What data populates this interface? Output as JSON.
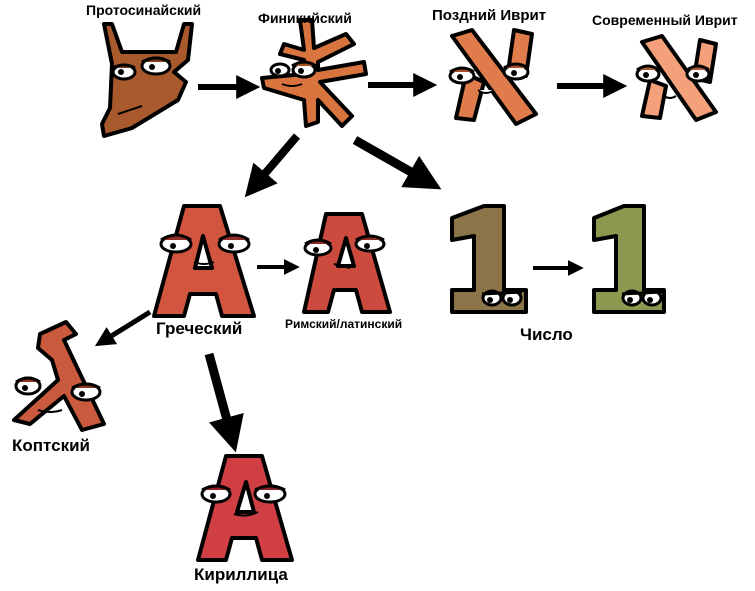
{
  "diagram": {
    "nodes": [
      {
        "id": "proto_sinaitic",
        "label": "Протосинайский",
        "color": "#a85a2c"
      },
      {
        "id": "phoenician",
        "label": "Финикийский",
        "color": "#d8743e"
      },
      {
        "id": "late_hebrew",
        "label": "Поздний Иврит",
        "color": "#e07c4c"
      },
      {
        "id": "modern_hebrew",
        "label": "Современный Иврит",
        "color": "#f4a07a"
      },
      {
        "id": "greek",
        "label": "Греческий",
        "color": "#d2553f"
      },
      {
        "id": "latin",
        "label": "Римский/латинский",
        "color": "#cc4a3e"
      },
      {
        "id": "number",
        "label": "Число",
        "color": "#8b7548"
      },
      {
        "id": "coptic",
        "label": "Коптский",
        "color": "#c95a3d"
      },
      {
        "id": "cyrillic",
        "label": "Кириллица",
        "color": "#cf3f44"
      }
    ],
    "edges": [
      {
        "from": "proto_sinaitic",
        "to": "phoenician"
      },
      {
        "from": "phoenician",
        "to": "late_hebrew"
      },
      {
        "from": "late_hebrew",
        "to": "modern_hebrew"
      },
      {
        "from": "phoenician",
        "to": "greek"
      },
      {
        "from": "phoenician",
        "to": "number"
      },
      {
        "from": "greek",
        "to": "latin"
      },
      {
        "from": "greek",
        "to": "coptic"
      },
      {
        "from": "greek",
        "to": "cyrillic"
      },
      {
        "from": "number",
        "to": "number_modern"
      }
    ],
    "number_modern_color": "#8c9850"
  }
}
